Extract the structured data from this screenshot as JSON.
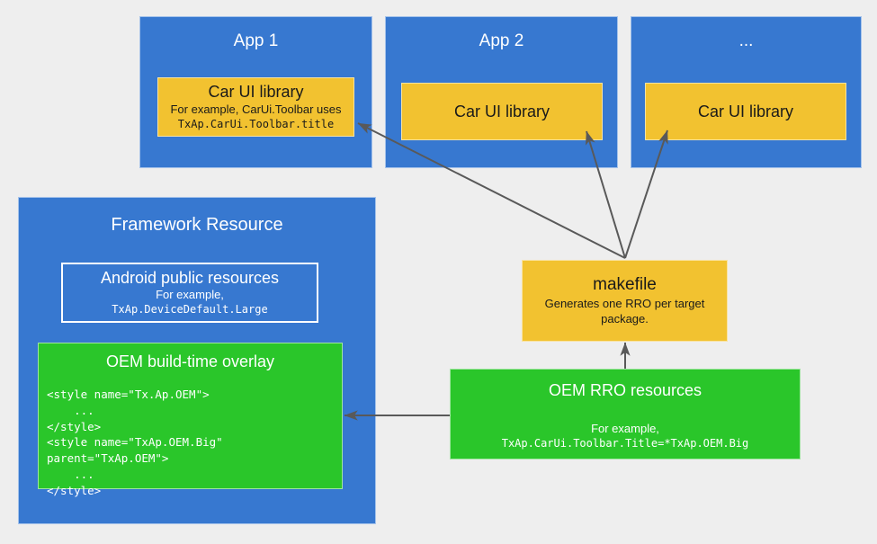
{
  "diagram": {
    "background_color": "#eeeeee",
    "palette": {
      "blue": "#3778d0",
      "yellow": "#f2c230",
      "green": "#2ac62a",
      "arrow": "#595959",
      "white": "#ffffff"
    }
  },
  "apps": [
    {
      "title": "App 1",
      "library": {
        "title": "Car UI library",
        "subtitle": "For example, CarUi.Toolbar uses",
        "code": "TxAp.CarUi.Toolbar.title"
      }
    },
    {
      "title": "App 2",
      "library": {
        "title": "Car UI library",
        "subtitle": "",
        "code": ""
      }
    },
    {
      "title": "...",
      "library": {
        "title": "Car UI library",
        "subtitle": "",
        "code": ""
      }
    }
  ],
  "framework": {
    "title": "Framework Resource",
    "public_resources": {
      "title": "Android public resources",
      "subtitle": "For example,",
      "code": "TxAp.DeviceDefault.Large"
    },
    "build_overlay": {
      "title": "OEM build-time overlay",
      "code": "<style name=\"Tx.Ap.OEM\">\n    ...\n</style>\n<style name=\"TxAp.OEM.Big\"\nparent=\"TxAp.OEM\">\n    ...\n</style>"
    }
  },
  "makefile": {
    "title": "makefile",
    "subtitle": "Generates one RRO per target package."
  },
  "rro": {
    "title": "OEM RRO resources",
    "subtitle": "For example,",
    "code": "TxAp.CarUi.Toolbar.Title=*TxAp.OEM.Big"
  },
  "arrows": [
    {
      "name": "makefile-to-app1",
      "from": "makefile",
      "to": "app-1-car-ui-library"
    },
    {
      "name": "makefile-to-app2",
      "from": "makefile",
      "to": "app-2-car-ui-library"
    },
    {
      "name": "makefile-to-app3",
      "from": "makefile",
      "to": "app-3-car-ui-library"
    },
    {
      "name": "rro-to-makefile",
      "from": "oem-rro-resources",
      "to": "makefile"
    },
    {
      "name": "rro-to-build-overlay",
      "from": "oem-rro-resources",
      "to": "oem-build-time-overlay"
    }
  ]
}
